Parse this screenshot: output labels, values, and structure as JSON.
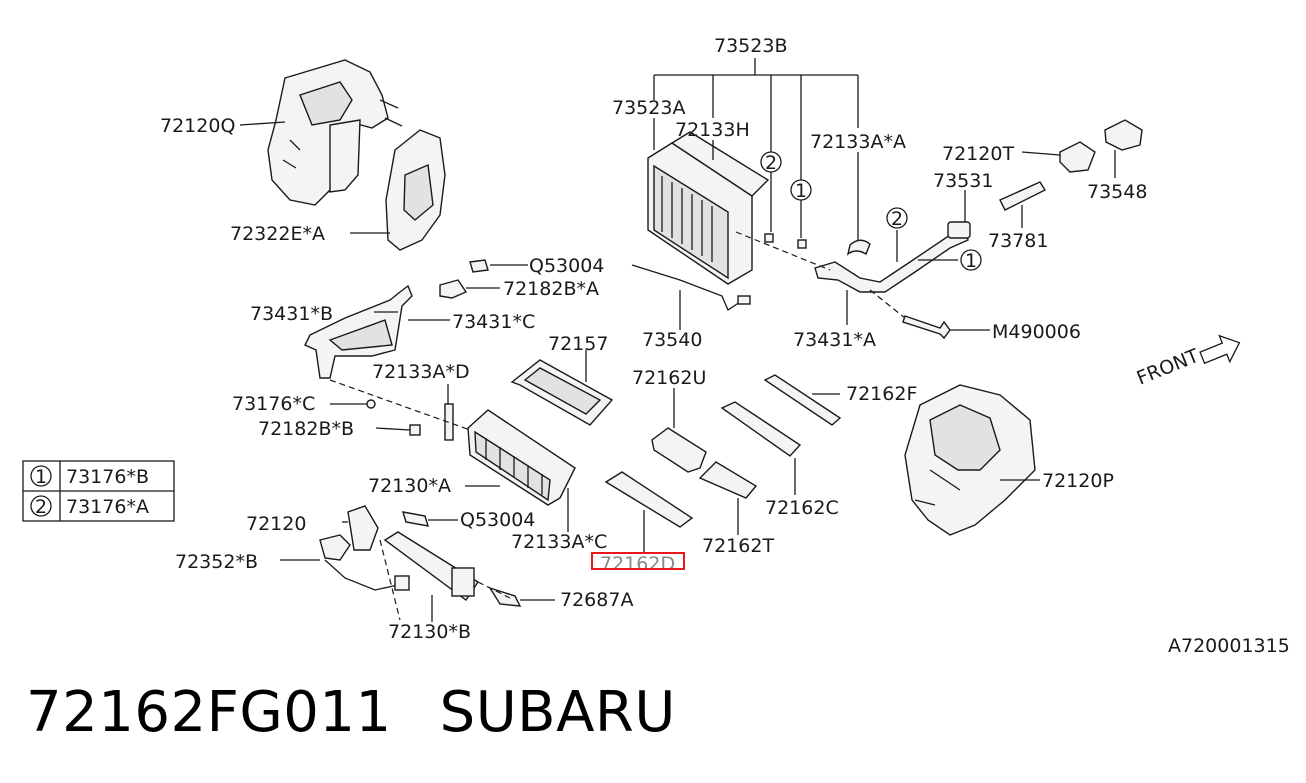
{
  "diagram_ref": "A720001315",
  "part_number": "72162FG011",
  "brand": "SUBARU",
  "highlighted_part": "72162D",
  "front_label": "FRONT",
  "legend": [
    {
      "mark": "1",
      "part": "73176*B"
    },
    {
      "mark": "2",
      "part": "73176*A"
    }
  ],
  "callouts": {
    "c73523B": "73523B",
    "c73523A": "73523A",
    "c72133H": "72133H",
    "c72133AA": "72133A*A",
    "c72120T": "72120T",
    "c73548": "73548",
    "c73531": "73531",
    "c73781": "73781",
    "c72120Q": "72120Q",
    "c72322EA": "72322E*A",
    "cQ53004a": "Q53004",
    "c72182BA": "72182B*A",
    "c73431B": "73431*B",
    "c73431C": "73431*C",
    "c72157": "72157",
    "c73540": "73540",
    "c73431A": "73431*A",
    "cM490006": "M490006",
    "c72133AD": "72133A*D",
    "c73176C": "73176*C",
    "c72182BB": "72182B*B",
    "c72162U": "72162U",
    "c72162F": "72162F",
    "c72130A": "72130*A",
    "c72120": "72120",
    "cQ53004b": "Q53004",
    "c72133AC": "72133A*C",
    "c72352B": "72352*B",
    "c72162D": "72162D",
    "c72162T": "72162T",
    "c72162C": "72162C",
    "c72120P": "72120P",
    "c72687A": "72687A",
    "c72130B": "72130*B"
  },
  "circle_marks": {
    "m1": "2",
    "m2": "1",
    "m3": "2",
    "m4": "1"
  }
}
